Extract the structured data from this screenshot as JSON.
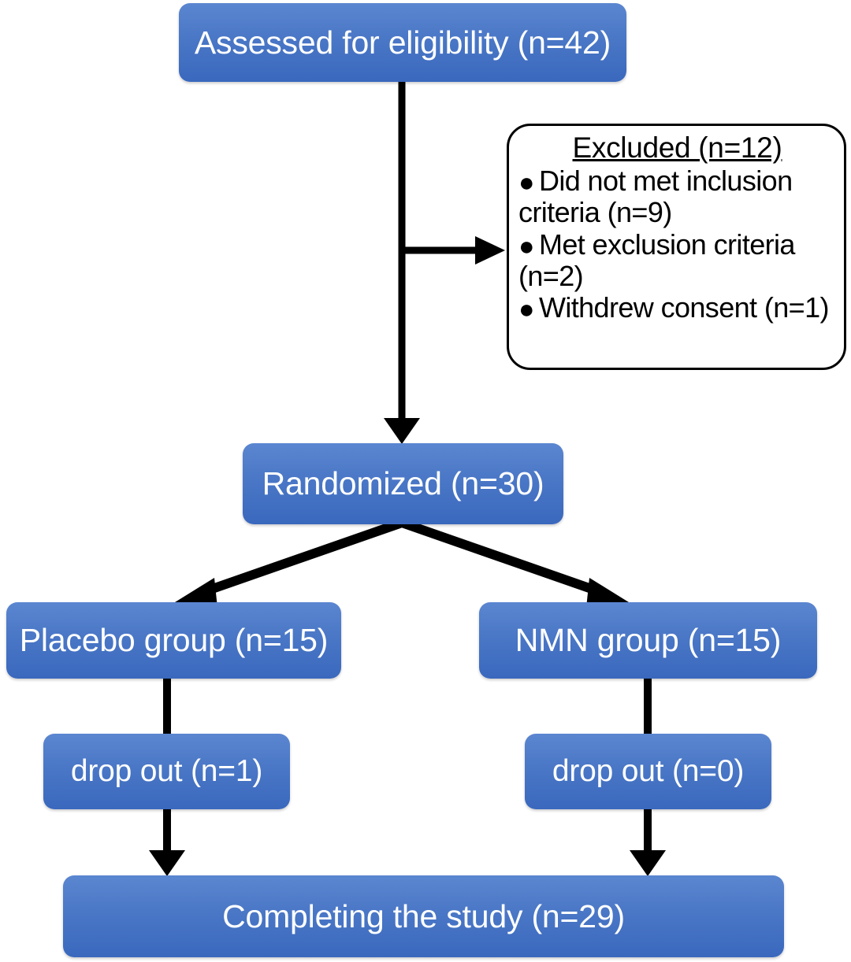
{
  "diagram": {
    "title": "CONSORT participant flow diagram",
    "accent_color": "#4a77c6",
    "line_color": "#000000",
    "background_color": "#ffffff"
  },
  "nodes": {
    "assessed": "Assessed for eligibility (n=42)",
    "randomized": "Randomized (n=30)",
    "placebo_group": "Placebo group (n=15)",
    "nmn_group": "NMN group (n=15)",
    "dropout_placebo": "drop out (n=1)",
    "dropout_nmn": "drop out (n=0)",
    "completing": "Completing the study (n=29)"
  },
  "excluded": {
    "title": "Excluded (n=12)",
    "bullet_glyph": "●",
    "items": [
      "Did not met inclusion criteria (n=9)",
      "Met exclusion criteria (n=2)",
      "Withdrew consent (n=1)"
    ]
  },
  "connectors": [
    {
      "name": "assessed-to-randomized",
      "type": "arrow-down"
    },
    {
      "name": "assessed-to-excluded",
      "type": "arrow-right"
    },
    {
      "name": "randomized-to-placebo",
      "type": "arrow-diagonal-left"
    },
    {
      "name": "randomized-to-nmn",
      "type": "arrow-diagonal-right"
    },
    {
      "name": "placebo-to-dropout",
      "type": "line-down"
    },
    {
      "name": "nmn-to-dropout",
      "type": "line-down"
    },
    {
      "name": "dropout-placebo-to-completing",
      "type": "arrow-down"
    },
    {
      "name": "dropout-nmn-to-completing",
      "type": "arrow-down"
    }
  ]
}
